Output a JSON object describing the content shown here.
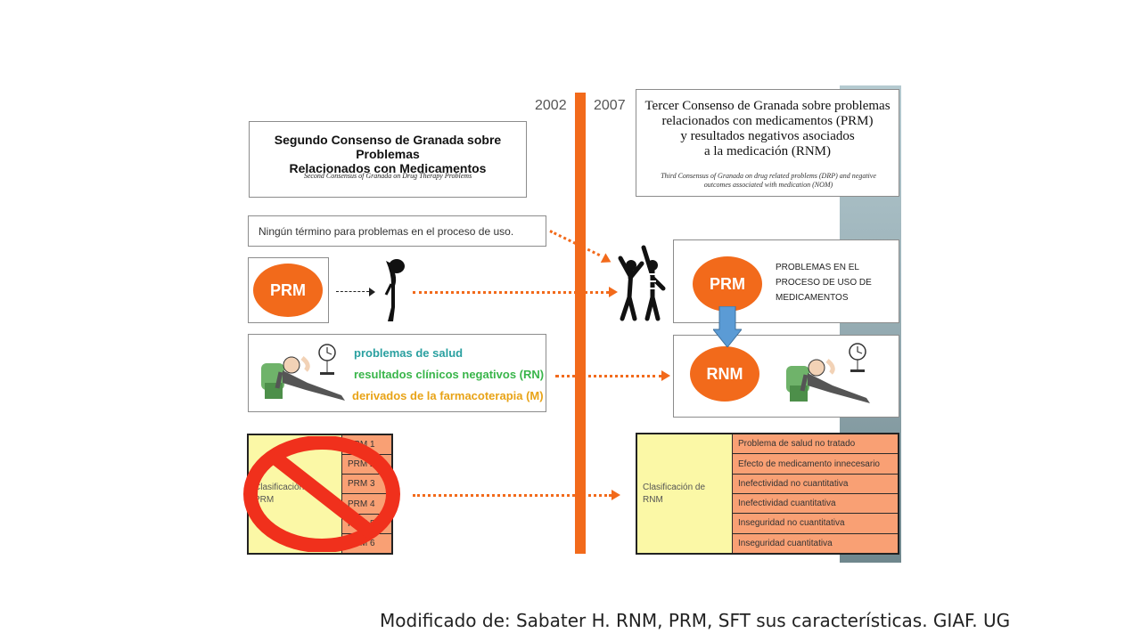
{
  "years": {
    "left": "2002",
    "right": "2007"
  },
  "second_consensus": {
    "title_line1": "Segundo Consenso de Granada sobre Problemas",
    "title_line2": "Relacionados con Medicamentos",
    "subtitle": "Second Consensus of Granada on Drug Therapy Problems"
  },
  "third_consensus": {
    "title_line1": "Tercer Consenso de Granada sobre problemas",
    "title_line2": "relacionados con medicamentos (PRM)",
    "title_line3": "y resultados negativos asociados",
    "title_line4": "a la medicación (RNM)",
    "subtitle_line1": "Third Consensus of Granada on drug related problems (DRP) and negative",
    "subtitle_line2": "outcomes associated with medication (NOM)"
  },
  "no_term_text": "Ningún término para problemas en el proceso de uso.",
  "prm_label": "PRM",
  "rnm_label": "RNM",
  "process_problems": {
    "line1": "PROBLEMAS EN EL",
    "line2": "PROCESO DE USO DE",
    "line3": "MEDICAMENTOS"
  },
  "health": {
    "line1": "problemas de salud",
    "line2": "resultados clínicos negativos (RN)",
    "line3": "derivados de la farmacoterapia (M)"
  },
  "old_classification": {
    "label_line1": "Clasificación",
    "label_line2": "PRM",
    "items": [
      "PRM 1",
      "PRM 2",
      "PRM 3",
      "PRM 4",
      "PRM 5",
      "PRM 6"
    ]
  },
  "new_classification": {
    "label_line1": "Clasificación de",
    "label_line2": "RNM",
    "items": [
      "Problema de salud no tratado",
      "Efecto de medicamento innecesario",
      "Inefectividad no cuantitativa",
      "Inefectividad cuantitativa",
      "Inseguridad no cuantitativa",
      "Inseguridad cuantitativa"
    ]
  },
  "caption": "Modificado de: Sabater H. RNM, PRM, SFT sus características. GIAF. UG",
  "colors": {
    "orange": "#f26a1b",
    "teal": "#2aa0a0",
    "green": "#39b54a",
    "amber": "#e8a317",
    "blue_arrow": "#5b9bd5"
  }
}
